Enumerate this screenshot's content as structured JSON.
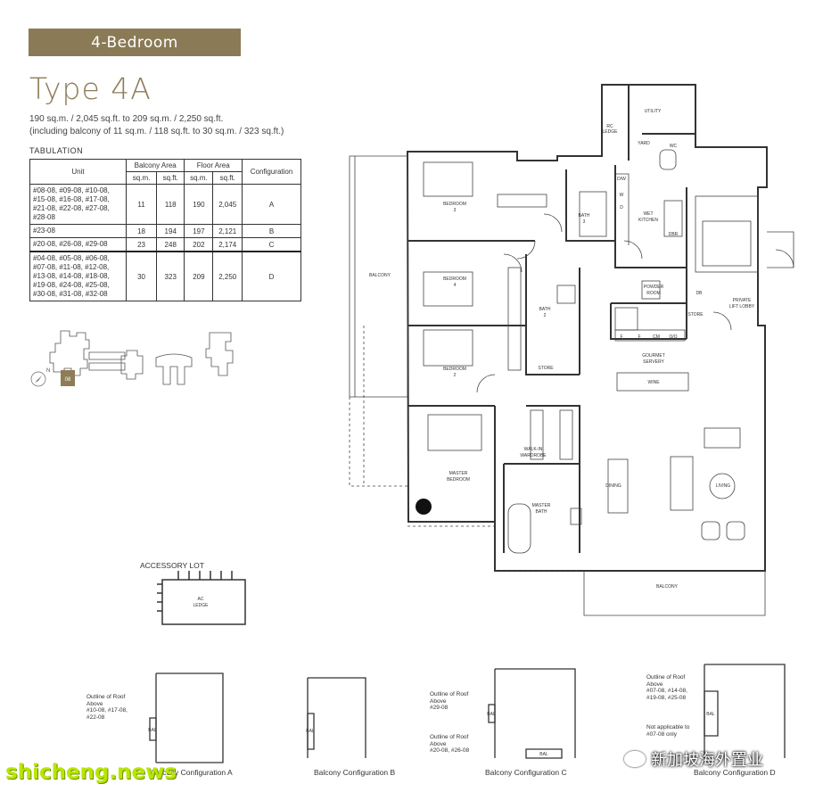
{
  "header": {
    "banner": "4-Bedroom",
    "title": "Type 4A",
    "area_line1": "190 sq.m. / 2,045 sq.ft. to 209 sq.m. / 2,250 sq.ft.",
    "area_line2": "(including balcony of 11 sq.m. / 118 sq.ft. to 30 sq.m. / 323 sq.ft.)"
  },
  "tabulation": {
    "label": "TABULATION",
    "col_unit": "Unit",
    "col_balcony": "Balcony Area",
    "col_floor": "Floor Area",
    "col_config": "Configuration",
    "sqm": "sq.m.",
    "sqft": "sq.ft.",
    "rows": [
      {
        "units": "#08-08, #09-08, #10-08, #15-08, #16-08, #17-08, #21-08, #22-08, #27-08, #28-08",
        "bal_sqm": "11",
        "bal_sqft": "118",
        "fl_sqm": "190",
        "fl_sqft": "2,045",
        "config": "A"
      },
      {
        "units": "#23-08",
        "bal_sqm": "18",
        "bal_sqft": "194",
        "fl_sqm": "197",
        "fl_sqft": "2,121",
        "config": "B"
      },
      {
        "units": "#20-08, #26-08, #29-08",
        "bal_sqm": "23",
        "bal_sqft": "248",
        "fl_sqm": "202",
        "fl_sqft": "2,174",
        "config": "C"
      },
      {
        "units": "#04-08, #05-08, #06-08, #07-08, #11-08, #12-08, #13-08, #14-08, #18-08, #19-08, #24-08, #25-08, #30-08, #31-08, #32-08",
        "bal_sqm": "30",
        "bal_sqft": "323",
        "fl_sqm": "209",
        "fl_sqft": "2,250",
        "config": "D"
      }
    ]
  },
  "keyplan": {
    "unit_tag": "08",
    "north": "N"
  },
  "rooms": {
    "utility": "UTILITY",
    "ac_ledge": "AC\nLEDGE",
    "yard": "YARD",
    "wc": "WC",
    "bedroom3": "BEDROOM\n3",
    "bath3": "BATH\n3",
    "wet_kitchen": "WET\nKITCHEN",
    "balcony_side": "BALCONY",
    "bedroom4": "BEDROOM\n4",
    "bath2": "BATH\n2",
    "powder_room": "POWDER\nROOM",
    "private_lift_lobby": "PRIVATE\nLIFT LOBBY",
    "store": "STORE",
    "store2": "STORE",
    "bedroom2": "BEDROOM\n2",
    "gourmet_servery": "GOURMET\nSERVERY",
    "wine": "WINE",
    "walkin": "WALK-IN\nWARDROBE",
    "master_bedroom": "MASTER\nBEDROOM",
    "master_bath": "MASTER\nBATH",
    "dining": "DINING",
    "living": "LIVING",
    "balcony_bottom": "BALCONY",
    "db": "DB",
    "f1": "F",
    "f2": "F",
    "cm": "CM",
    "o_o": "O/O",
    "dw": "D/W",
    "dbr": "DBR",
    "w": "W",
    "d": "D"
  },
  "accessory": {
    "title": "ACCESSORY LOT",
    "ac_ledge": "AC\nLEDGE"
  },
  "configs": [
    {
      "caption": "Balcony Configuration A",
      "note": "Outline of Roof\nAbove\n#10-08, #17-08,\n#22-08",
      "bal": "BAL"
    },
    {
      "caption": "Balcony Configuration B",
      "bal": "BAL"
    },
    {
      "caption": "Balcony Configuration C",
      "note1": "Outline of Roof\nAbove\n#29-08",
      "note2": "Outline of Roof\nAbove\n#20-08, #26-08",
      "bal": "BAL",
      "bal2": "BAL"
    },
    {
      "caption": "Balcony Configuration D",
      "note1": "Outline of Roof\nAbove\n#07-08, #14-08,\n#19-08, #25-08",
      "note2": "Not applicable to\n#07-08 only",
      "bal": "BAL"
    }
  ],
  "watermark": {
    "left": "shicheng.news",
    "right": "新加坡海外置业"
  }
}
